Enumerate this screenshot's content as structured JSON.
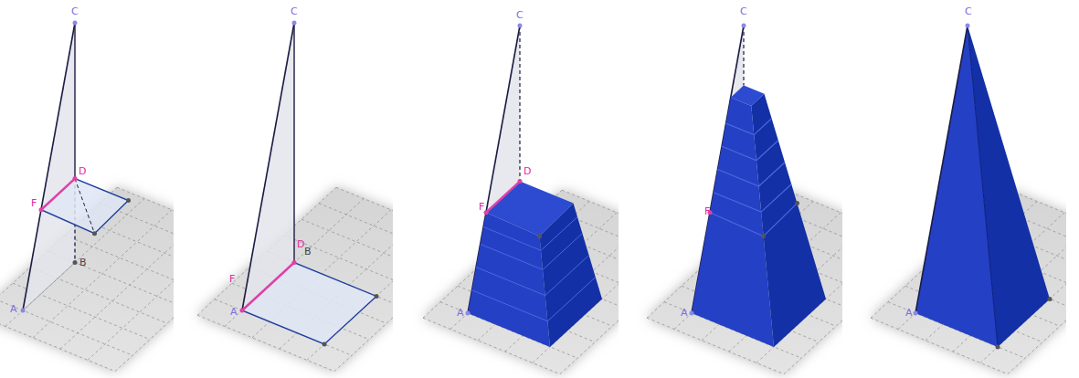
{
  "diagram": {
    "labels": [
      "C",
      "D",
      "F",
      "B",
      "A",
      "C",
      "D",
      "B",
      "F",
      "A",
      "C",
      "D",
      "F",
      "A",
      "C",
      "F",
      "A",
      "C",
      "A"
    ]
  }
}
